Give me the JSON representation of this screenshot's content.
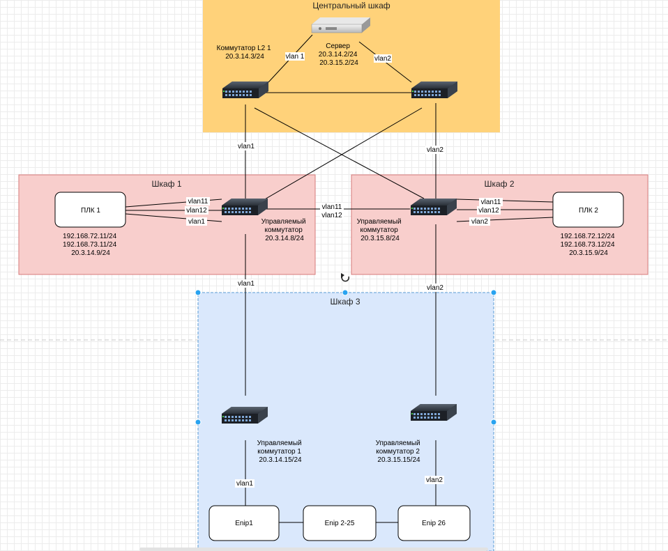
{
  "containers": {
    "central": {
      "title": "Центральный шкаф",
      "fill": "#ffd27a"
    },
    "cab1": {
      "title": "Шкаф 1",
      "fill": "#f8cecc",
      "stroke": "#d67a7a"
    },
    "cab2": {
      "title": "Шкаф 2",
      "fill": "#f8cecc",
      "stroke": "#d67a7a"
    },
    "cab3": {
      "title": "Шкаф 3",
      "fill": "#dae8fc",
      "stroke": "#5b9bd5"
    }
  },
  "nodes": {
    "server": {
      "lines": [
        "Сервер",
        "20.3.14.2/24",
        "20.3.15.2/24"
      ]
    },
    "l2_switch_1": {
      "lines": [
        "Коммутатор L2 1",
        "20.3.14.3/24"
      ]
    },
    "managed_switch_cab1": {
      "lines": [
        "Управляемый",
        "коммутатор",
        "20.3.14.8/24"
      ]
    },
    "managed_switch_cab2": {
      "lines": [
        "Управляемый",
        "коммутатор",
        "20.3.15.8/24"
      ]
    },
    "managed_switch_1": {
      "lines": [
        "Управляемый",
        "коммутатор 1",
        "20.3.14.15/24"
      ]
    },
    "managed_switch_2": {
      "lines": [
        "Управляемый",
        "коммутатор 2",
        "20.3.15.15/24"
      ]
    },
    "plc1": {
      "label": "ПЛК 1",
      "addresses": [
        "192.168.72.11/24",
        "192.168.73.11/24",
        "20.3.14.9/24"
      ]
    },
    "plc2": {
      "label": "ПЛК 2",
      "addresses": [
        "192.168.72.12/24",
        "192.168.73.12/24",
        "20.3.15.9/24"
      ]
    },
    "enip1": {
      "label": "Enip1"
    },
    "enip2_25": {
      "label": "Enip 2-25"
    },
    "enip26": {
      "label": "Enip 26"
    }
  },
  "links": {
    "server_sw1": "vlan 1",
    "server_sw2": "vlan2",
    "sw1_cab1": "vlan1",
    "sw2_cab2": "vlan2",
    "plc1_a": "vlan11",
    "plc1_b": "vlan12",
    "plc1_c": "vlan1",
    "cab1_cab2_a": "vlan11",
    "cab1_cab2_b": "vlan12",
    "plc2_a": "vlan11",
    "plc2_b": "vlan12",
    "plc2_c": "vlan2",
    "cab1_cab3": "vlan1",
    "cab2_cab3": "vlan2",
    "ms1_enip1": "vlan1",
    "ms2_enip26": "vlan2"
  }
}
